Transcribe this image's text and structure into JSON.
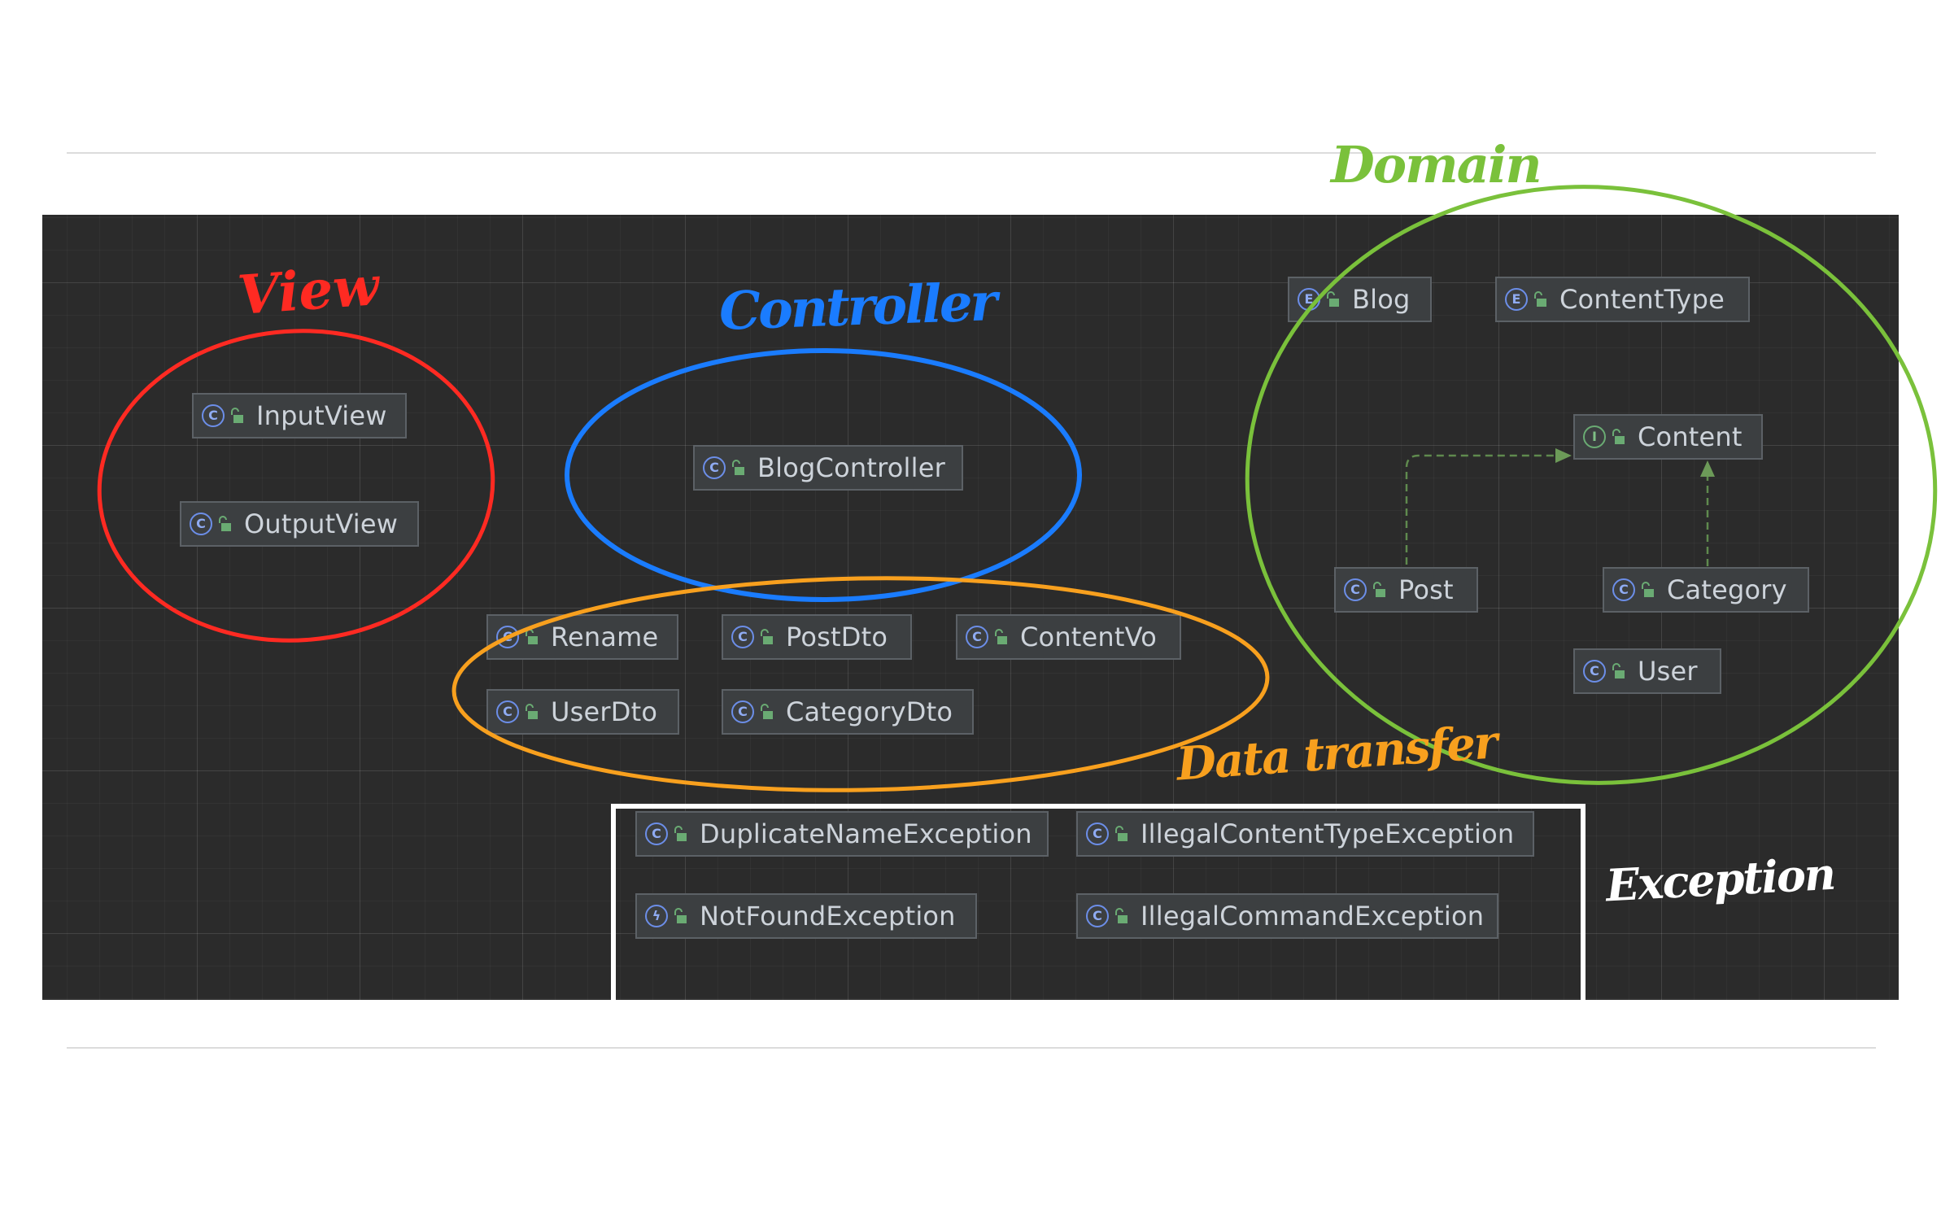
{
  "groups": {
    "view": {
      "title": "View",
      "color": "#ff2a22"
    },
    "controller": {
      "title": "Controller",
      "color": "#1a7cff"
    },
    "data_transfer": {
      "title": "Data transfer",
      "color": "#f8a01e"
    },
    "domain": {
      "title": "Domain",
      "color": "#7ac13b"
    },
    "exception": {
      "title": "Exception",
      "color": "#ffffff"
    }
  },
  "nodes": {
    "input_view": {
      "label": "InputView",
      "kind": "C",
      "kind_icon": "class-icon"
    },
    "output_view": {
      "label": "OutputView",
      "kind": "C",
      "kind_icon": "class-icon"
    },
    "blog_controller": {
      "label": "BlogController",
      "kind": "C",
      "kind_icon": "class-icon"
    },
    "rename": {
      "label": "Rename",
      "kind": "C",
      "kind_icon": "class-icon"
    },
    "post_dto": {
      "label": "PostDto",
      "kind": "C",
      "kind_icon": "class-icon"
    },
    "content_vo": {
      "label": "ContentVo",
      "kind": "C",
      "kind_icon": "class-icon"
    },
    "user_dto": {
      "label": "UserDto",
      "kind": "C",
      "kind_icon": "class-icon"
    },
    "category_dto": {
      "label": "CategoryDto",
      "kind": "C",
      "kind_icon": "class-icon"
    },
    "blog": {
      "label": "Blog",
      "kind": "E",
      "kind_icon": "enum-icon"
    },
    "content_type": {
      "label": "ContentType",
      "kind": "E",
      "kind_icon": "enum-icon"
    },
    "content": {
      "label": "Content",
      "kind": "I",
      "kind_icon": "interface-icon"
    },
    "post": {
      "label": "Post",
      "kind": "C",
      "kind_icon": "class-icon"
    },
    "category": {
      "label": "Category",
      "kind": "C",
      "kind_icon": "class-icon"
    },
    "user": {
      "label": "User",
      "kind": "C",
      "kind_icon": "class-icon"
    },
    "duplicate_name_exception": {
      "label": "DuplicateNameException",
      "kind": "C",
      "kind_icon": "class-icon"
    },
    "illegal_content_type_exception": {
      "label": "IllegalContentTypeException",
      "kind": "C",
      "kind_icon": "class-icon"
    },
    "not_found_exception": {
      "label": "NotFoundException",
      "kind": "ϟ",
      "kind_icon": "exception-class-icon"
    },
    "illegal_command_exception": {
      "label": "IllegalCommandException",
      "kind": "C",
      "kind_icon": "class-icon"
    }
  },
  "edges": [
    {
      "from": "Post",
      "to": "Content",
      "style": "dashed",
      "type": "implements"
    },
    {
      "from": "Category",
      "to": "Content",
      "style": "dashed",
      "type": "implements"
    }
  ],
  "colors": {
    "canvas": "#2b2b2b",
    "node_fill": "#3c3f41",
    "node_border": "#5c6166",
    "node_text": "#cdd3da",
    "edge": "#5f8a4e"
  }
}
